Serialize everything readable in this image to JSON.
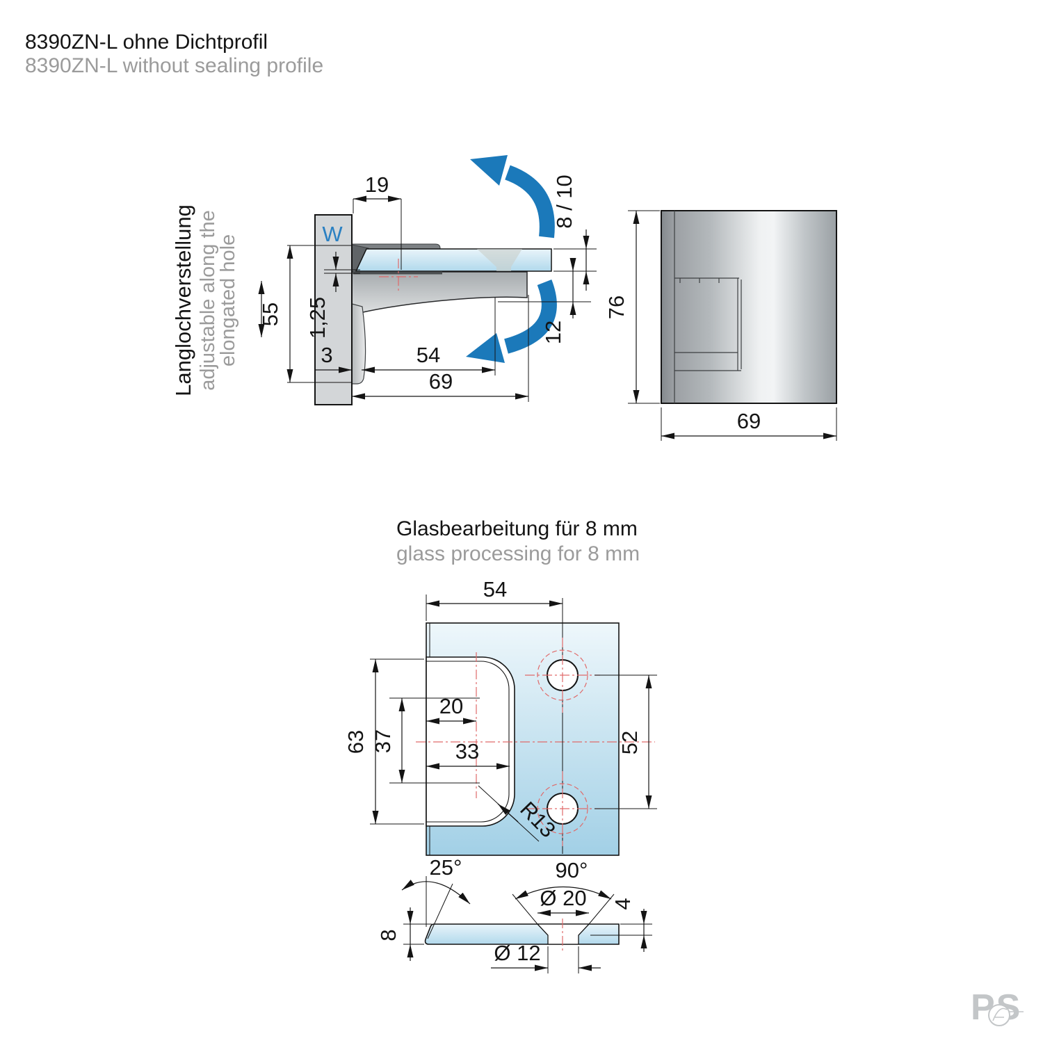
{
  "header": {
    "title_de": "8390ZN-L ohne Dichtprofil",
    "title_en": "8390ZN-L without sealing profile"
  },
  "side_view": {
    "note_de": "Langlochverstellung",
    "note_en_line1": "adjustable along the",
    "note_en_line2": "elongated hole",
    "wall_label": "W",
    "dim_offset_top": "19",
    "dim_glass_thickness": "8 / 10",
    "dim_height": "55",
    "dim_gap": "1,25",
    "dim_back": "3",
    "dim_jaw": "54",
    "dim_depth": "69",
    "dim_drop": "12"
  },
  "front_view": {
    "dim_height": "76",
    "dim_width": "69"
  },
  "glass_section": {
    "title_de": "Glasbearbeitung für 8 mm",
    "title_en": "glass processing for 8 mm",
    "plan": {
      "dim_hole_offset": "54",
      "dim_cutout_height": "63",
      "dim_straight": "37",
      "dim_center": "20",
      "dim_cutout_depth": "33",
      "dim_radius": "R13",
      "dim_hole_spacing": "52"
    },
    "profile": {
      "dim_edge_angle": "25°",
      "dim_countersink_angle": "90°",
      "dim_countersink_dia": "Ø 20",
      "dim_countersink_depth": "4",
      "dim_glass_thickness": "8",
      "dim_hole_dia": "Ø 12"
    }
  },
  "watermark": {
    "text": "PS"
  },
  "colors": {
    "accent_blue": "#1b79ba",
    "centerline_red": "#e06a6a",
    "glass_blue": "#b5dbee",
    "metal_gray": "#b4b9bc",
    "label_blue": "#2a80c2"
  }
}
